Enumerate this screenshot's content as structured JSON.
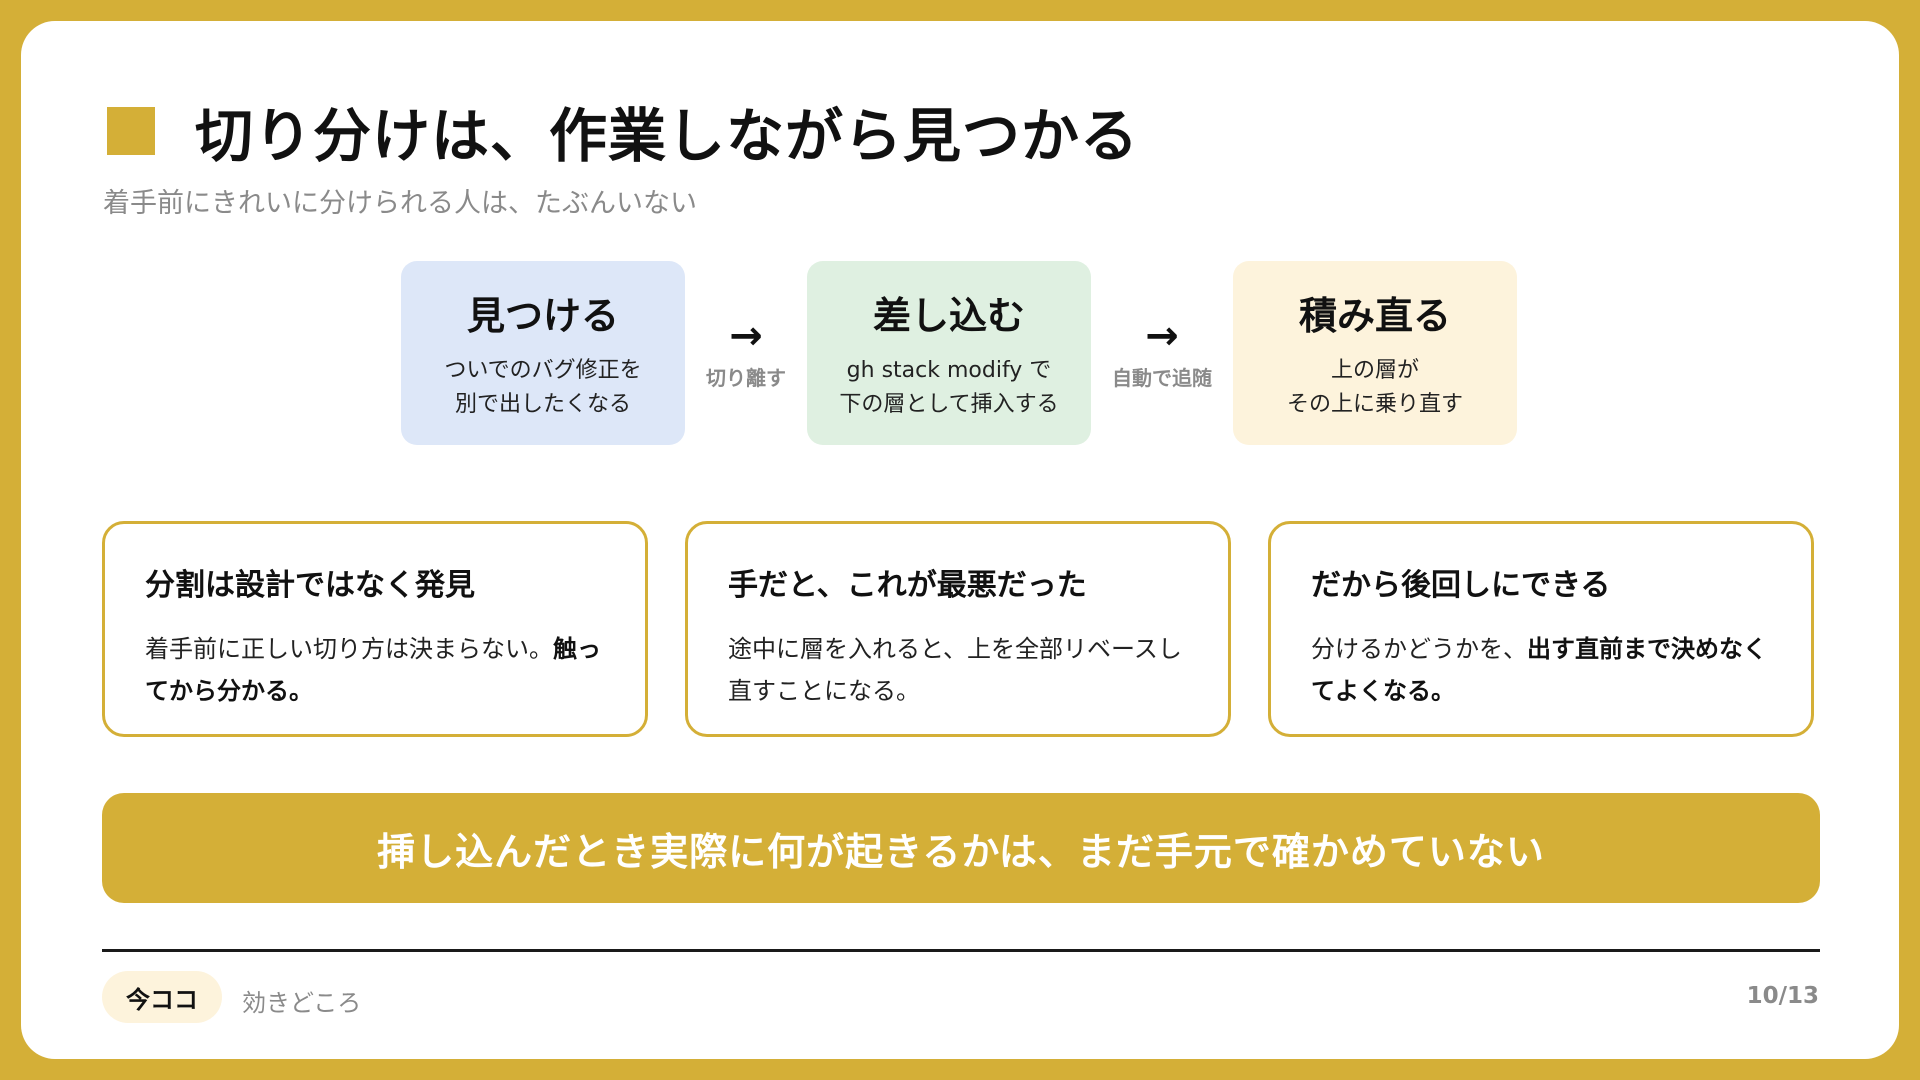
{
  "header": {
    "title": "切り分けは、作業しながら見つかる",
    "subtitle": "着手前にきれいに分けられる人は、たぶんいない"
  },
  "flow": {
    "steps": [
      {
        "title": "見つける",
        "desc": "ついでのバグ修正を\n別で出したくなる"
      },
      {
        "title": "差し込む",
        "desc": "gh stack modify で\n下の層として挿入する"
      },
      {
        "title": "積み直る",
        "desc": "上の層が\nその上に乗り直す"
      }
    ],
    "connectors": [
      {
        "arrow": "→",
        "label": "切り離す"
      },
      {
        "arrow": "→",
        "label": "自動で追随"
      }
    ]
  },
  "cards": [
    {
      "title": "分割は設計ではなく発見",
      "body_plain": "着手前に正しい切り方は決まらない。",
      "body_bold": "触ってから分かる。"
    },
    {
      "title": "手だと、これが最悪だった",
      "body_plain": "途中に層を入れると、上を全部リベースし直すことになる。",
      "body_bold": ""
    },
    {
      "title": "だから後回しにできる",
      "body_plain": "分けるかどうかを、",
      "body_bold": "出す直前まで決めなくてよくなる。"
    }
  ],
  "banner": {
    "text": "挿し込んだとき実際に何が起きるかは、まだ手元で確かめていない"
  },
  "footer": {
    "current_label": "今ココ",
    "next_label": "効きどころ",
    "page": "10/13"
  },
  "colors": {
    "accent": "#d4af37",
    "blue_box": "#dde7f8",
    "green_box": "#dff0e1",
    "yellow_box": "#fdf3dc"
  }
}
